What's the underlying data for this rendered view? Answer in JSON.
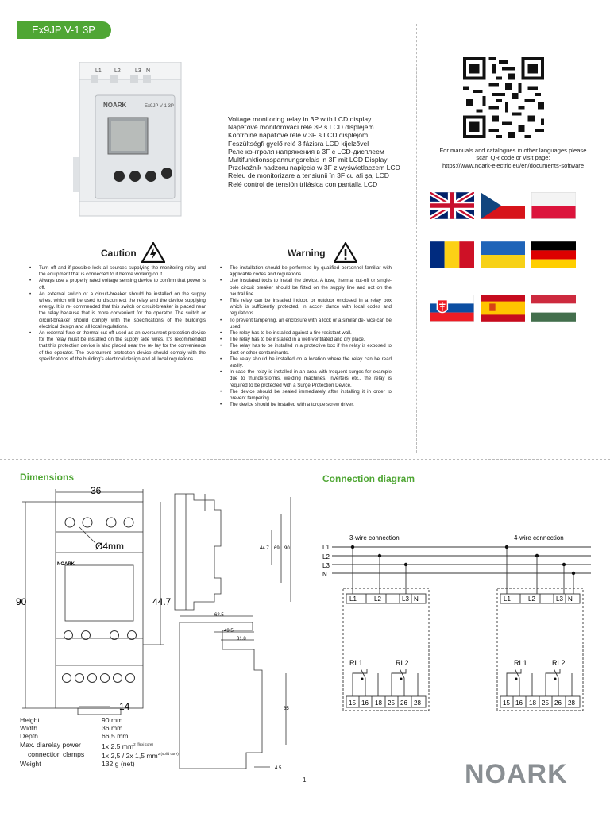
{
  "header": {
    "badge": "Ex9JP V-1 3P"
  },
  "device": {
    "terminals_top": [
      "L1",
      "L2",
      "L3",
      "N"
    ],
    "brand": "NOARK",
    "model": "Ex9JP V-1 3P"
  },
  "descriptions": [
    "Voltage monitoring relay in 3P with LCD display",
    "Napěťové monitorovací relé 3P s LCD displejem",
    "Kontrolné napäťové relé v 3F s LCD displejom",
    "Feszültségfi gyelő relé 3 fázisra LCD kijelzővel",
    "Реле контроля напряжения в 3F с LCD-дисплеем",
    "Multifunktionsspannungsrelais in 3F mit LCD Display",
    "Przekaźnik nadzoru napięcia w 3F z wyświetlaczem LCD",
    "Releu de monitorizare a tensiunii în 3F cu afi șaj LCD",
    "Relé control de tensión trifásica con pantalla LCD"
  ],
  "qr_info": {
    "line1": "For manuals and catalogues in other languages please",
    "line2": "scan QR code or visit page:",
    "url": "https://www.noark-electric.eu/en/documents-software"
  },
  "flags": [
    "united-kingdom",
    "czech-republic",
    "poland",
    "romania",
    "ukraine",
    "germany",
    "slovakia",
    "spain",
    "hungary"
  ],
  "caution": {
    "title": "Caution",
    "items": [
      "Turn off and if possible lock all sources supplying the monitoring relay and the equipment that is connected to it before working on it.",
      "Always use a properly rated voltage sensing device to confirm that power is off.",
      "An external switch or a circuit-breaker should be installed on the supply wires, which will be used to disconnect the relay and the device supplying energy. It is re- commended that this switch or circuit-breaker is placed near the relay because that is more convenient for the operator. The switch or circuit-breaker should comply with the specifications of the building's electrical design and all local regulations.",
      "An external fuse or thermal cut-off used as an overcurrent protection device for the relay must be installed on the supply side wires. It's recommended that this protection device is also placed near the re- lay for the convenience of the operator. The overcurrent protection device should comply with the specifications of the building's electrical design and all local regulations."
    ]
  },
  "warning": {
    "title": "Warning",
    "items": [
      "The installation should be performed by qualified personnel familiar with applicable codes and regulations.",
      "Use insulated tools to install the device. A fuse, thermal cut-off or single-pole circuit breaker should be fitted on the supply line and not on the neutral line.",
      "This relay can be installed indoor, or outdoor enclosed in a relay box which is sufficiently protected, in accor- dance with local codes and regulations.",
      "To prevent tampering, an enclosure with a lock or a similar de- vice can be used.",
      "The relay has to be installed against a fire resistant wall.",
      "The relay has to be installed in a well-ventilated and dry place.",
      "The relay has to be installed in a protective box if the relay is exposed to dust or other contaminants.",
      "The relay should be installed on a location where the relay can be read easily.",
      "In case the relay is installed in an area with frequent surges for example due to thunderstorms, welding machines, inverters etc., the relay is required to be protected with a Surge Protection Device.",
      "The device should be sealed immediately after installing it in order to prevent tampering.",
      "The device should be installed with a torque screw driver."
    ]
  },
  "dimensions": {
    "title": "Dimensions",
    "front": {
      "width": "36",
      "height": "90",
      "mid": "44.7",
      "hole": "Ø4mm",
      "bottom": "14",
      "brand": "NOARK"
    },
    "side": {
      "d1": "44.7",
      "d2": "69",
      "d3": "90"
    },
    "bottom_view": {
      "d1": "62.5",
      "d2": "49.5",
      "d3": "31.8",
      "d4": "35",
      "d5": "4.5"
    }
  },
  "specs": [
    {
      "label": "Height",
      "value": "90 mm",
      "sup": ""
    },
    {
      "label": "Width",
      "value": "36 mm",
      "sup": ""
    },
    {
      "label": "Depth",
      "value": "66,5 mm",
      "sup": ""
    },
    {
      "label": "Max. diarelay power",
      "value": "1x 2,5 mm",
      "sup": "2 (flexi core)"
    },
    {
      "label": "connection clamps",
      "value": "1x 2,5 / 2x 1,5 mm",
      "sup": "2 (solid core)"
    },
    {
      "label": "Weight",
      "value": "132 g (net)",
      "sup": ""
    }
  ],
  "connection": {
    "title": "Connection diagram",
    "three_wire": "3-wire connection",
    "four_wire": "4-wire connection",
    "lines": [
      "L1",
      "L2",
      "L3",
      "N"
    ],
    "top_terminals": [
      "L1",
      "L2",
      "L3",
      "N"
    ],
    "relays": [
      "RL1",
      "RL2"
    ],
    "bottom_terminals": [
      "15",
      "16",
      "18",
      "25",
      "26",
      "28"
    ]
  },
  "page_number": "1",
  "logo": "NOARK",
  "colors": {
    "accent": "#4fa634",
    "logo": "#8a8f93"
  }
}
